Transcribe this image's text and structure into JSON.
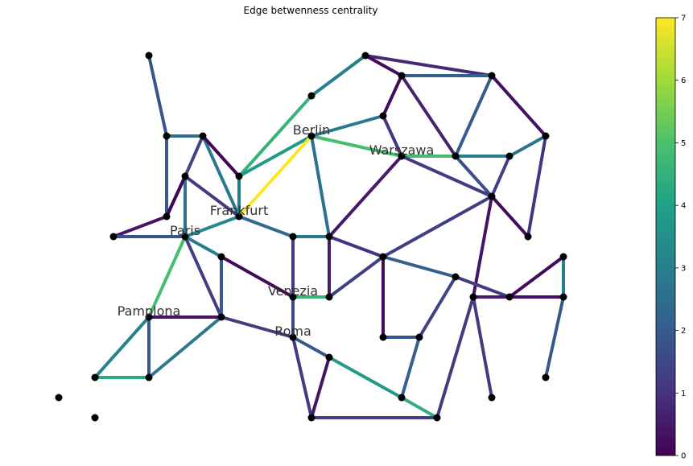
{
  "title": "Edge betwenness centrality",
  "colorbar": {
    "min": 0,
    "max": 7,
    "ticks": [
      "0",
      "1",
      "2",
      "3",
      "4",
      "5",
      "6",
      "7"
    ],
    "colormap": "viridis",
    "stops": [
      "#440154",
      "#46327e",
      "#365c8d",
      "#277f8e",
      "#1fa187",
      "#4ac16d",
      "#a0da39",
      "#fde725"
    ]
  },
  "node_color": "#000000",
  "cities": {
    "berlin": "Berlin",
    "warszawa": "Warszawa",
    "frankfurt": "Frankfurt",
    "paris": "Paris",
    "venezia": "Venezia",
    "pamplona": "Pamplona",
    "roma": "Roma"
  },
  "edge_values": [
    1.8,
    0.8,
    3.0,
    4.5,
    2.1,
    0.2,
    0.2,
    0.7,
    2.0,
    4.9,
    2.8,
    0.3,
    4.8,
    1.1,
    0.5,
    1.2,
    1.7,
    3.0,
    1.3,
    2.6,
    0.2,
    1.1,
    1.3,
    0.4,
    2.5,
    2.8,
    2.0,
    0.1,
    3.8,
    1.4,
    0.6,
    2.7,
    3.3,
    2.9,
    7.0,
    1.2,
    0.4,
    2.6,
    1.8,
    4.9,
    1.3,
    0.1,
    2.9,
    2.4,
    2.8,
    1.2,
    0.5,
    1.0,
    0.2,
    1.3,
    2.1,
    2.0,
    0.2,
    4.6,
    3.1,
    1.5,
    0.4,
    1.9,
    4.3,
    1.2,
    1.9,
    3.8,
    2.8,
    1.2,
    0.4,
    1.8,
    1.4,
    4.4,
    1.2,
    2.1,
    1.3,
    0.5,
    1.2,
    3.0,
    0.3,
    0.2,
    1.9,
    1.2
  ]
}
